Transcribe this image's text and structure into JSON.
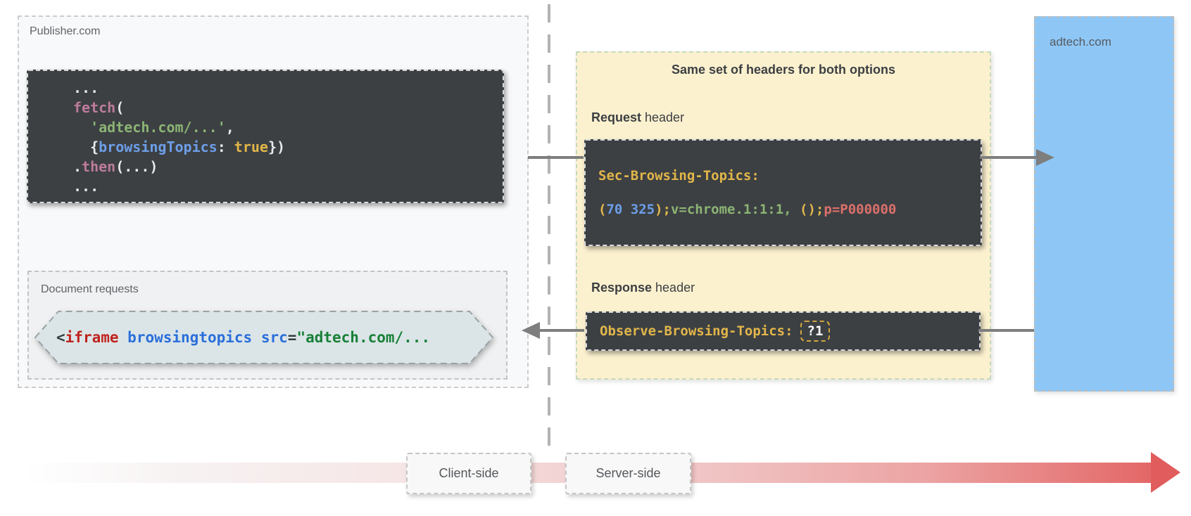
{
  "colors": {
    "white": "#e8eaed",
    "pink": "#bd7b9c",
    "green": "#8cb474",
    "blue": "#6d9ee8",
    "yellow": "#e3b64a",
    "salmon": "#dd6f6b",
    "html_dark": "#333b40",
    "html_red": "#c0231d",
    "html_blue": "#2a6fdb",
    "html_green": "#188038",
    "panel_yellow_bg": "#fcf1cf",
    "panel_blue_bg": "#8ec7f6",
    "code_bg": "#3c4043",
    "timeline_red": "#e15c5c",
    "arrow_gray": "#7e7e7e"
  },
  "publisher": {
    "label": "Publisher.com",
    "code_lines": [
      [
        {
          "text": "...",
          "color": "white"
        }
      ],
      [
        {
          "text": "fetch",
          "color": "pink"
        },
        {
          "text": "(",
          "color": "white"
        }
      ],
      [
        {
          "text": "  ",
          "color": "white"
        },
        {
          "text": "'adtech.com/...'",
          "color": "green"
        },
        {
          "text": ",",
          "color": "white"
        }
      ],
      [
        {
          "text": "  {",
          "color": "white"
        },
        {
          "text": "browsingTopics",
          "color": "blue"
        },
        {
          "text": ": ",
          "color": "white"
        },
        {
          "text": "true",
          "color": "yellow"
        },
        {
          "text": "})",
          "color": "white"
        }
      ],
      [
        {
          "text": ".",
          "color": "white"
        },
        {
          "text": "then",
          "color": "pink"
        },
        {
          "text": "(...)",
          "color": "white"
        }
      ],
      [
        {
          "text": "...",
          "color": "white"
        }
      ]
    ],
    "document_requests": {
      "label": "Document requests",
      "iframe_tokens": [
        {
          "text": "<",
          "color": "html_dark"
        },
        {
          "text": "iframe",
          "color": "html_red"
        },
        {
          "text": " ",
          "color": "html_dark"
        },
        {
          "text": "browsingtopics",
          "color": "html_blue"
        },
        {
          "text": " ",
          "color": "html_dark"
        },
        {
          "text": "src",
          "color": "html_blue"
        },
        {
          "text": "=",
          "color": "html_dark"
        },
        {
          "text": "\"adtech.com/...",
          "color": "html_green"
        }
      ]
    }
  },
  "headers_panel": {
    "title": "Same set of headers for both options",
    "request_label": {
      "bold": "Request",
      "rest": " header"
    },
    "request_block": {
      "name_line": [
        {
          "text": "Sec-Browsing-Topics:",
          "color": "yellow"
        }
      ],
      "value_line": [
        {
          "text": "(",
          "color": "yellow"
        },
        {
          "text": "70 325",
          "color": "blue"
        },
        {
          "text": ");",
          "color": "yellow"
        },
        {
          "text": "v=chrome.1:1:1,",
          "color": "green"
        },
        {
          "text": " ",
          "color": "white"
        },
        {
          "text": "()",
          "color": "yellow"
        },
        {
          "text": ";",
          "color": "yellow"
        },
        {
          "text": "p=P000000",
          "color": "salmon"
        }
      ]
    },
    "response_label": {
      "bold": "Response",
      "rest": " header"
    },
    "response_block": {
      "name_line": [
        {
          "text": "Observe-Browsing-Topics:",
          "color": "yellow"
        }
      ],
      "chip": "?1"
    }
  },
  "adtech": {
    "label": "adtech.com"
  },
  "timeline": {
    "client": "Client-side",
    "server": "Server-side"
  }
}
